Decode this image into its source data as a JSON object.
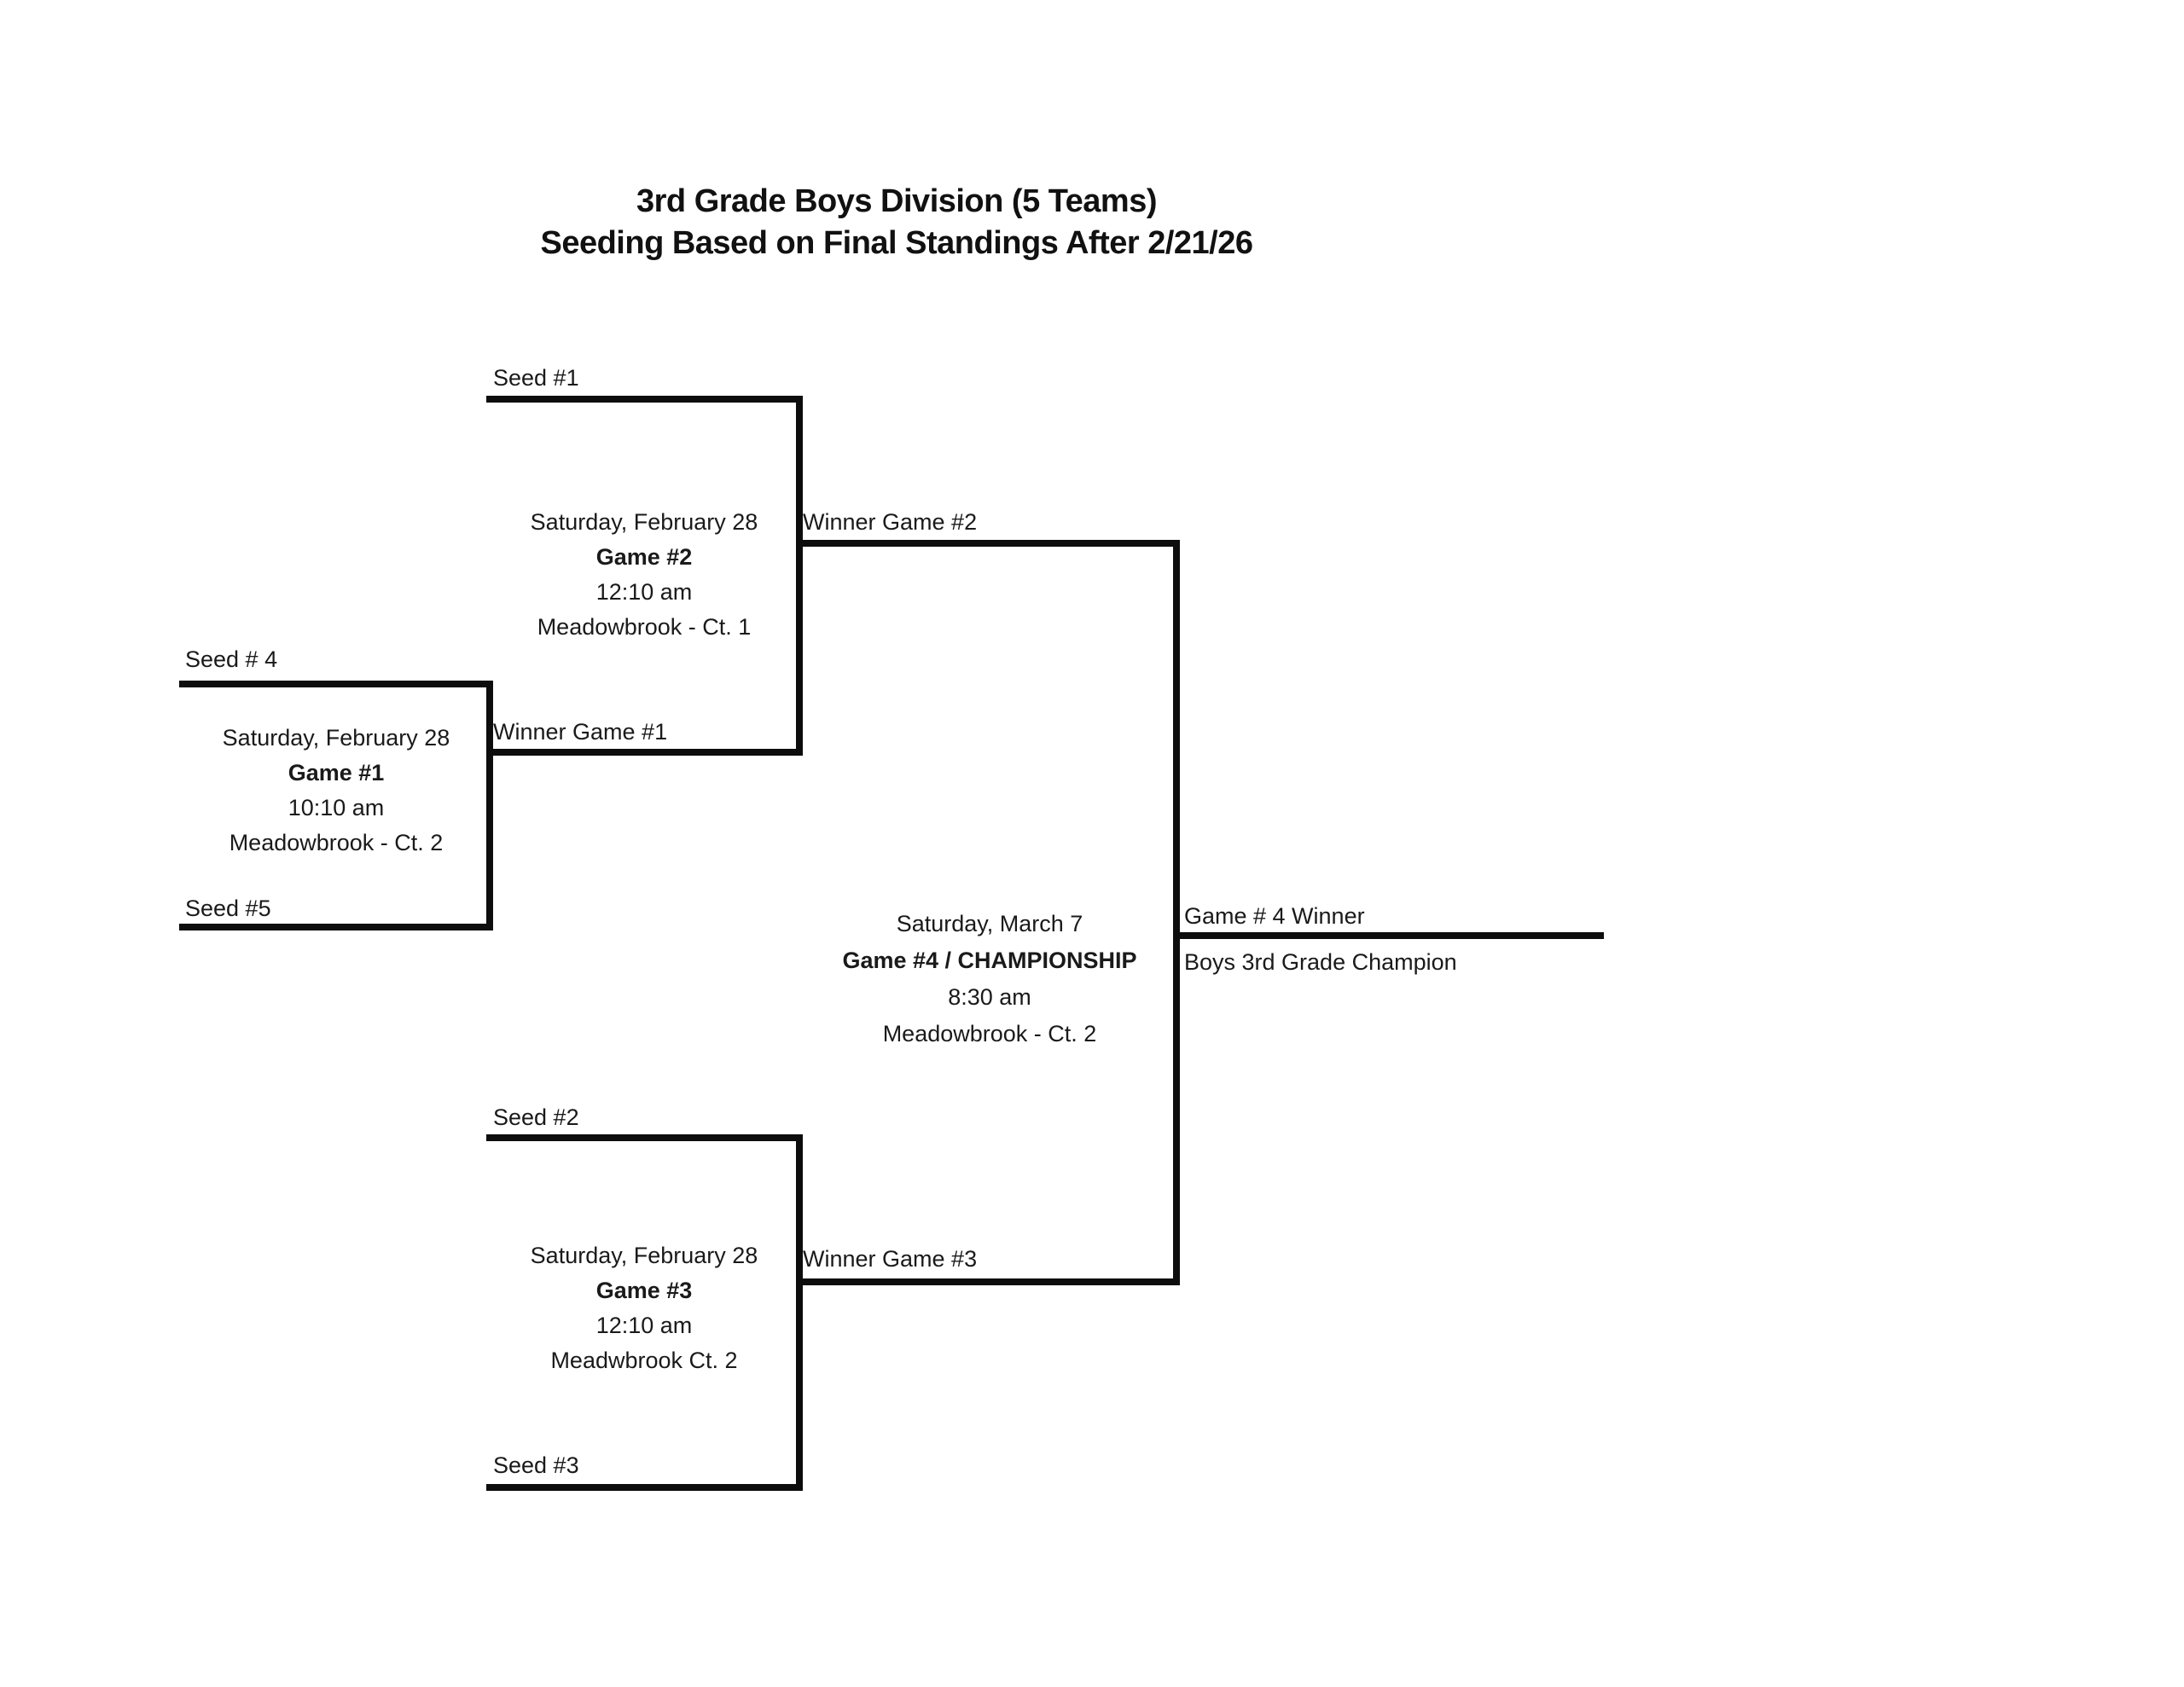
{
  "title": {
    "line1": "3rd Grade Boys Division (5 Teams)",
    "line2": "Seeding Based on Final Standings After 2/21/26"
  },
  "colors": {
    "line": "#0d0d0d",
    "text": "#1a1a1a",
    "background": "#ffffff"
  },
  "games": {
    "game1": {
      "seed_top": "Seed # 4",
      "seed_bottom": "Seed #5",
      "date": "Saturday, February 28",
      "name": "Game #1",
      "time": "10:10 am",
      "location": "Meadowbrook - Ct. 2"
    },
    "game2": {
      "seed_top": "Seed #1",
      "feeder_label": "Winner Game #1",
      "date": "Saturday, February 28",
      "name": "Game #2",
      "time": "12:10 am",
      "location": "Meadowbrook - Ct. 1"
    },
    "game3": {
      "seed_top": "Seed #2",
      "seed_bottom": "Seed #3",
      "date": "Saturday, February 28",
      "name": "Game #3",
      "time": "12:10 am",
      "location": "Meadwbrook Ct. 2"
    },
    "game4": {
      "date": "Saturday, March 7",
      "name": "Game #4 / CHAMPIONSHIP",
      "time": "8:30 am",
      "location": "Meadowbrook - Ct. 2"
    }
  },
  "connectors": {
    "winner_game2": "Winner Game #2",
    "winner_game3": "Winner Game #3",
    "game4_winner": "Game # 4 Winner",
    "champion": "Boys 3rd Grade Champion"
  }
}
